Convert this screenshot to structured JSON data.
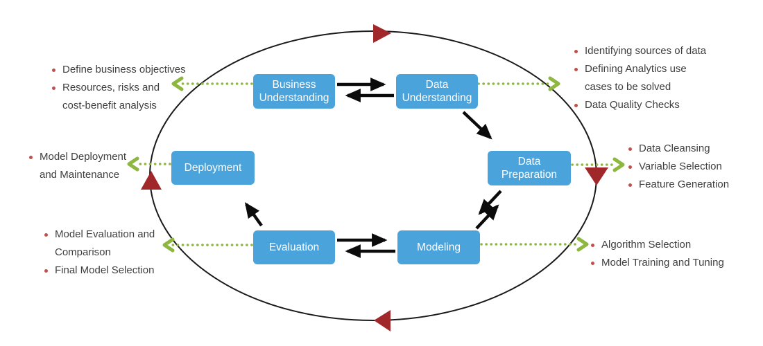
{
  "colors": {
    "stage_fill": "#4BA3DC",
    "stage_text": "#FFFFFF",
    "connector_green": "#8DB73F",
    "cycle_red": "#A0282A",
    "bullet_red": "#C0504D",
    "annotation_text": "#3F3F3F",
    "flow_arrow": "#0B0B0B",
    "ellipse_stroke": "#1A1A1A"
  },
  "stages": {
    "business_understanding": {
      "line1": "Business",
      "line2": "Understanding"
    },
    "data_understanding": {
      "line1": "Data",
      "line2": "Understanding"
    },
    "data_preparation": {
      "line1": "Data",
      "line2": "Preparation"
    },
    "deployment": {
      "label": "Deployment"
    },
    "evaluation": {
      "label": "Evaluation"
    },
    "modeling": {
      "label": "Modeling"
    }
  },
  "annotations": {
    "top_left": {
      "items": [
        {
          "lines": [
            "Define business objectives"
          ]
        },
        {
          "lines": [
            "Resources, risks and",
            "cost-benefit analysis"
          ]
        }
      ]
    },
    "top_right": {
      "items": [
        {
          "lines": [
            "Identifying sources of data"
          ]
        },
        {
          "lines": [
            "Defining Analytics use",
            "cases to be solved"
          ]
        },
        {
          "lines": [
            "Data Quality Checks"
          ]
        }
      ]
    },
    "mid_right": {
      "items": [
        {
          "lines": [
            "Data Cleansing"
          ]
        },
        {
          "lines": [
            "Variable Selection"
          ]
        },
        {
          "lines": [
            "Feature Generation"
          ]
        }
      ]
    },
    "mid_left": {
      "items": [
        {
          "lines": [
            "Model Deployment",
            "and Maintenance"
          ]
        }
      ]
    },
    "bottom_left": {
      "items": [
        {
          "lines": [
            "Model Evaluation and",
            "Comparison"
          ]
        },
        {
          "lines": [
            "Final Model Selection"
          ]
        }
      ]
    },
    "bottom_right": {
      "items": [
        {
          "lines": [
            "Algorithm Selection"
          ]
        },
        {
          "lines": [
            "Model Training and Tuning"
          ]
        }
      ]
    }
  }
}
